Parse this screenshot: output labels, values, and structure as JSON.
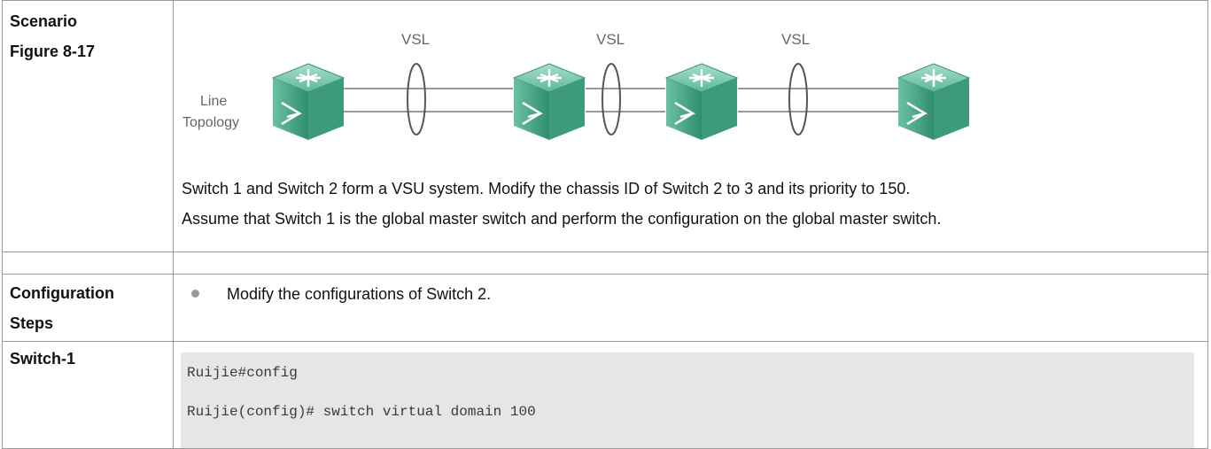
{
  "scenario": {
    "label_1": "Scenario",
    "label_2": "Figure 8-17",
    "figure": {
      "vsl_labels": [
        "VSL",
        "VSL",
        "VSL"
      ],
      "topology_line1": "Line",
      "topology_line2": "Topology",
      "colors": {
        "switch_top": "#6fc0a8",
        "switch_side": "#3f9a7e",
        "link": "#9a9a9a",
        "ellipse": "#555555"
      }
    },
    "text_1": "Switch 1 and Switch 2 form a VSU system. Modify the chassis ID of Switch 2 to 3 and its priority to 150.",
    "text_2": "Assume that Switch 1 is the global master switch and perform the configuration on the global master switch."
  },
  "steps": {
    "label_1": "Configuration",
    "label_2": "Steps",
    "bullet": "Modify the configurations of Switch 2."
  },
  "switch1": {
    "label": "Switch-1",
    "code": [
      "Ruijie#config",
      "Ruijie(config)# switch virtual domain 100"
    ]
  }
}
